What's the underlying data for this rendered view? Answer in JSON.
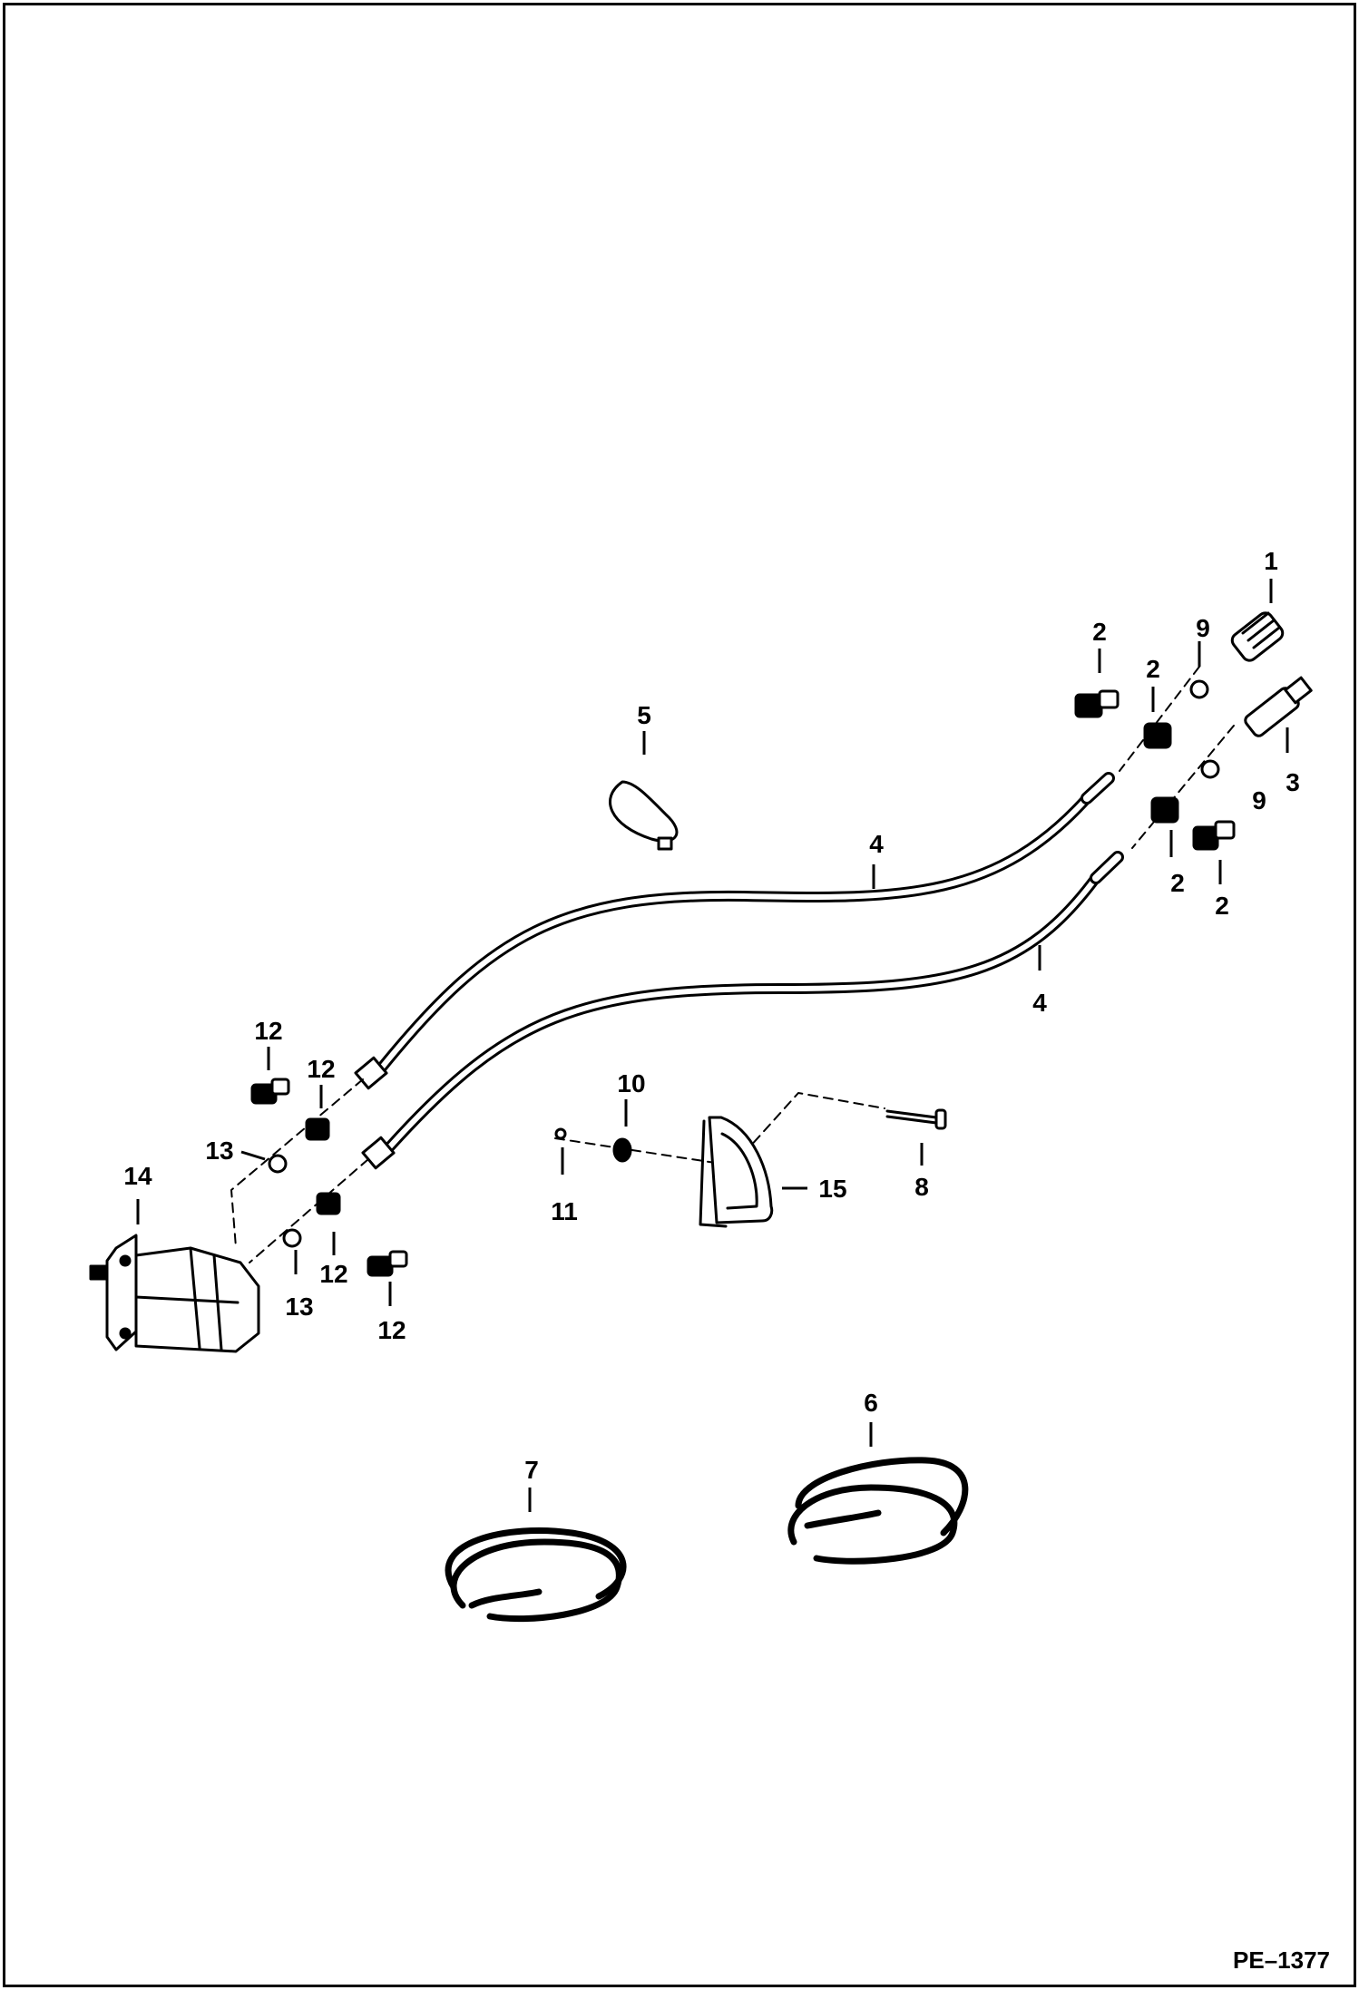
{
  "diagram": {
    "code": "PE–1377",
    "callouts": [
      {
        "id": "c1",
        "text": "1"
      },
      {
        "id": "c2a",
        "text": "2"
      },
      {
        "id": "c2b",
        "text": "2"
      },
      {
        "id": "c2c",
        "text": "2"
      },
      {
        "id": "c2d",
        "text": "2"
      },
      {
        "id": "c3",
        "text": "3"
      },
      {
        "id": "c4a",
        "text": "4"
      },
      {
        "id": "c4b",
        "text": "4"
      },
      {
        "id": "c5",
        "text": "5"
      },
      {
        "id": "c6",
        "text": "6"
      },
      {
        "id": "c7",
        "text": "7"
      },
      {
        "id": "c8",
        "text": "8"
      },
      {
        "id": "c9a",
        "text": "9"
      },
      {
        "id": "c9b",
        "text": "9"
      },
      {
        "id": "c10",
        "text": "10"
      },
      {
        "id": "c11",
        "text": "11"
      },
      {
        "id": "c12a",
        "text": "12"
      },
      {
        "id": "c12b",
        "text": "12"
      },
      {
        "id": "c12c",
        "text": "12"
      },
      {
        "id": "c12d",
        "text": "12"
      },
      {
        "id": "c13a",
        "text": "13"
      },
      {
        "id": "c13b",
        "text": "13"
      },
      {
        "id": "c14",
        "text": "14"
      },
      {
        "id": "c15",
        "text": "15"
      }
    ]
  }
}
